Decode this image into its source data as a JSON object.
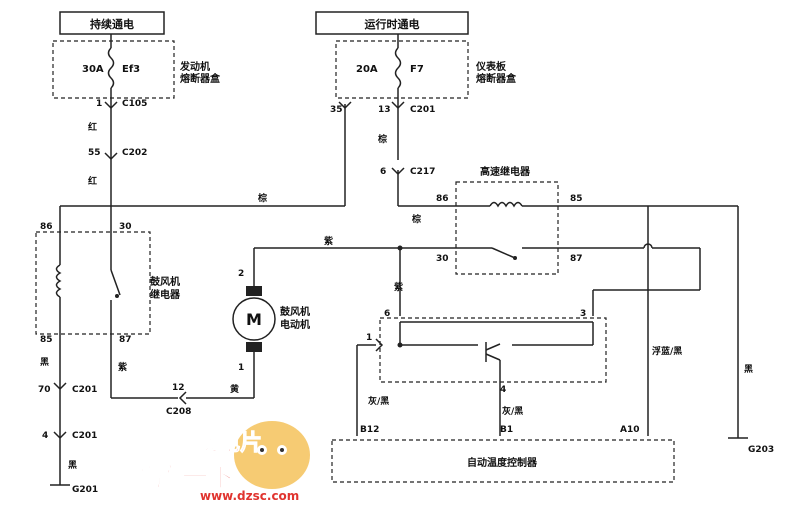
{
  "power_blocks": {
    "always_on": "持续通电",
    "run_on": "运行时通电"
  },
  "fuses": {
    "ef3": {
      "rating": "30A",
      "name": "Ef3",
      "box": "发动机\n熔断器盒"
    },
    "f7": {
      "rating": "20A",
      "name": "F7",
      "box": "仪表板\n熔断器盒"
    }
  },
  "connectors": {
    "c105": {
      "pin": "1",
      "name": "C105"
    },
    "c202": {
      "pin": "55",
      "name": "C202"
    },
    "c201_13": {
      "pin": "13",
      "name": "C201"
    },
    "c201_35": {
      "pin": "35"
    },
    "c217": {
      "pin": "6",
      "name": "C217"
    },
    "c201_70": {
      "pin": "70",
      "name": "C201"
    },
    "c201_4": {
      "pin": "4",
      "name": "C201"
    },
    "c208": {
      "pin": "12",
      "name": "C208"
    }
  },
  "grounds": {
    "g201": "G201",
    "g203": "G203"
  },
  "wire_colors": {
    "red": "红",
    "brown": "棕",
    "purple": "紫",
    "black": "黑",
    "yellow": "黄",
    "gray_black": "灰/黑",
    "lightblue_black": "浮蓝/黑"
  },
  "blower_relay": {
    "label": "鼓风机\n继电器",
    "pins": {
      "p86": "86",
      "p30": "30",
      "p85": "85",
      "p87": "87"
    }
  },
  "high_speed_relay": {
    "label": "高速继电器",
    "pins": {
      "p86": "86",
      "p85": "85",
      "p30": "30",
      "p87": "87"
    }
  },
  "blower_motor": {
    "symbol": "M",
    "label": "鼓风机\n电动机",
    "pin_top": "2",
    "pin_bottom": "1"
  },
  "transistor": {
    "pins": {
      "p6": "6",
      "p1": "1",
      "p3": "3",
      "p4": "4"
    }
  },
  "controller": {
    "label": "自动温度控制器",
    "pins": {
      "b12": "B12",
      "b1": "B1",
      "a10": "A10"
    }
  },
  "watermark": {
    "logo_text": "找电片",
    "brand": "维库一下",
    "url": "www.dzsc.com"
  }
}
